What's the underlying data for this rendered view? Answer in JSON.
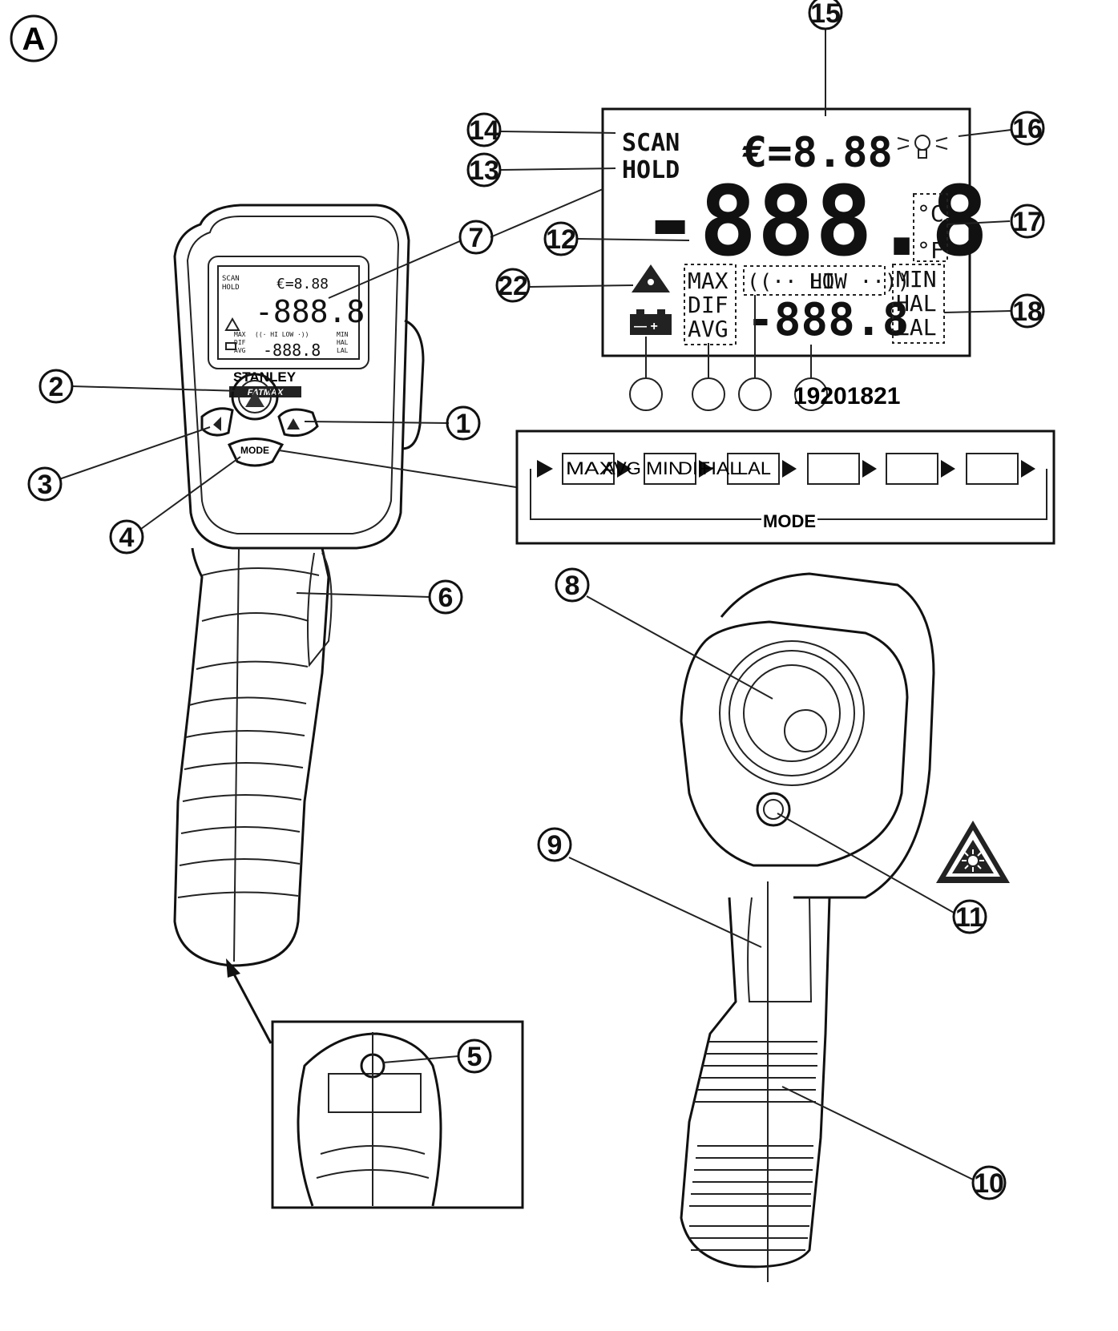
{
  "figure_label": "A",
  "callouts": {
    "c1": "1",
    "c2": "2",
    "c3": "3",
    "c4": "4",
    "c5": "5",
    "c6": "6",
    "c7": "7",
    "c8": "8",
    "c9": "9",
    "c10": "10",
    "c11": "11",
    "c12": "12",
    "c13": "13",
    "c14": "14",
    "c15": "15",
    "c16": "16",
    "c17": "17",
    "c18": "18",
    "c19_21": "19201821",
    "c22": "22"
  },
  "lcd": {
    "scan": "SCAN",
    "hold": "HOLD",
    "emissivity": "€=8.88",
    "main_digits": "-888.8",
    "unit_c": "°C",
    "unit_f": "°F",
    "max": "MAX",
    "dif": "DIF",
    "avg": "AVG",
    "hi": "((·· HI",
    "low": "LOW ··))",
    "min": "MIN",
    "hal": "HAL",
    "lal": "LAL",
    "sub_digits": "-888.8"
  },
  "small_lcd": {
    "scan": "SCAN",
    "hold": "HOLD",
    "emissivity": "€=8.88",
    "main_digits": "-888.8",
    "sub_digits": "-888.8",
    "max": "MAX",
    "dif": "DIF",
    "avg": "AVG",
    "min": "MIN",
    "hal": "HAL",
    "lal": "LAL",
    "hi_low": "((· HI LOW ·))"
  },
  "brand": {
    "name": "STANLEY",
    "line": "FATMAX"
  },
  "buttons": {
    "mode": "MODE"
  },
  "mode_cycle": {
    "boxes": [
      "MAX",
      "AVG",
      "MIN",
      "DIF",
      "HAL",
      "LAL"
    ],
    "loop_label": "MODE"
  },
  "icons": {
    "laser_warning": "laser-warning-icon",
    "backlight": "backlight-bulb-icon",
    "battery": "battery-icon"
  }
}
